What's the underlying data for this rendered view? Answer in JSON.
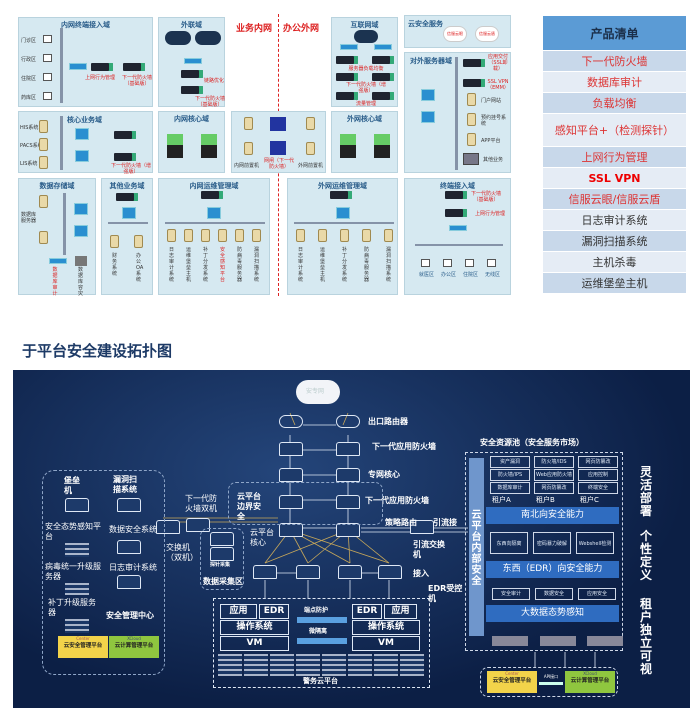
{
  "top_diagram": {
    "zone_labels": {
      "business_intranet": "业务内网",
      "office_extranet": "办公外网"
    },
    "zones": {
      "intranet_terminal": "内网终端接入域",
      "external_link": "外联域",
      "internet": "互联网域",
      "cloud_security_service": "云安全服务",
      "external_server": "对外服务器域",
      "core_business": "核心业务域",
      "intranet_core": "内网核心域",
      "extranet_core": "外网核心域",
      "data_storage": "数据存储域",
      "other_business": "其他业务域",
      "intranet_ops": "内网运维管理域",
      "extranet_ops": "外网运维管理域",
      "terminal_access": "终端接入域"
    },
    "devices": {
      "terminals": [
        "门诊区",
        "行政区",
        "住院区",
        "药库区"
      ],
      "behavior_mgmt": "上网行为管理",
      "ngfw_basic": "下一代防火墙（基础版）",
      "ngfw_enhanced": "下一代防火墙（增强版）",
      "link_opt": "链路优化",
      "lb": "服务器负载均衡",
      "traffic_mgmt": "流量管理",
      "ssl_offload": "应用交付（SSL卸载）",
      "ssl_vpn": "SSL VPN（EMM）",
      "portal": "门户网站",
      "appointment": "预约挂号系统",
      "app": "APP平台",
      "other_biz": "其他业务",
      "his": "HIS系统",
      "pacs": "PACS系统",
      "lis": "LIS系统",
      "intranet_front": "内网前置机",
      "gatekeeper": "网闸（下一代防火墙）",
      "extranet_front": "外网前置机",
      "data_server": "数据库服务器",
      "db_audit": "数据库审计",
      "db_backup": "数据库容灾",
      "finance": "财务系统",
      "oa": "办公OA系统",
      "ops_systems": [
        "日志审计系统",
        "运维堡垒主机",
        "补丁分发系统",
        "安全感知平台",
        "防病毒服务器",
        "漏洞扫描系统"
      ],
      "ext_ops_systems": [
        "日志审计系统",
        "运维堡垒主机",
        "补丁分发系统",
        "防病毒服务器",
        "漏洞扫描系统"
      ],
      "term_areas": [
        "就医区",
        "办公区",
        "住院区",
        "无线区"
      ],
      "cloud_items": [
        "信服云眼",
        "信服云盾"
      ]
    }
  },
  "product_list": {
    "title": "产品清单",
    "items": [
      {
        "label": "下一代防火墙",
        "color": "#d33"
      },
      {
        "label": "数据库审计",
        "color": "#d33"
      },
      {
        "label": "负载均衡",
        "color": "#d33"
      },
      {
        "label": "感知平台+（检测探针）",
        "color": "#d33"
      },
      {
        "label": "上网行为管理",
        "color": "#d33"
      },
      {
        "label": "SSL VPN",
        "color": "#e00"
      },
      {
        "label": "信服云眼/信服云盾",
        "color": "#d33"
      },
      {
        "label": "日志审计系统",
        "color": "#333"
      },
      {
        "label": "漏洞扫描系统",
        "color": "#333"
      },
      {
        "label": "主机杀毒",
        "color": "#333"
      },
      {
        "label": "运维堡垒主机",
        "color": "#333"
      }
    ]
  },
  "bottom": {
    "title": "于平台安全建设拓扑图",
    "cloud": "安专网",
    "labels": {
      "exit_router": "出口路由器",
      "ngafw1": "下一代应用防火墙",
      "private_core": "专网核心",
      "ngafw2": "下一代应用防火墙",
      "policy_route": "策略路由",
      "diversion_short": "引流接",
      "diversion_switch": "引流交换机",
      "access": "接入",
      "edr_host": "EDR受控机",
      "ngfw_dual": "下一代防火墙双机",
      "switch_dual": "交换机（双机）",
      "data_collect": "数据采集区",
      "probe": "探针采集",
      "boundary": "云平台边界安全",
      "cloud_core": "云平台核心"
    },
    "mgmt_center": {
      "title": "安全管理中心",
      "items": [
        "堡垒机",
        "漏洞扫描系统",
        "安全态势感知平台",
        "数据安全系统",
        "病毒统一升级服务器",
        "日志审计系统",
        "补丁升级服务器"
      ],
      "sec_platform": "云安全管理平台",
      "calc_platform": "云计算管理平台",
      "sec_brand": "Center",
      "calc_brand": "XCloud"
    },
    "police_cloud": {
      "title": "警务云平台",
      "app": "应用",
      "edr": "EDR",
      "os": "操作系统",
      "vm": "VM",
      "endpoint": "端点防护",
      "isolation": "微隔离"
    },
    "pool": {
      "title": "安全资源池（安全服务市场）",
      "side": "云平台内部安全",
      "row1": [
        "资产漏洞",
        "防火墙/IDS",
        "网页防篡改"
      ],
      "row2": [
        "防火墙/IPS",
        "Web应用防火墙",
        "应用控制"
      ],
      "row3": [
        "数据库审计",
        "网页防篡改",
        "终端安全"
      ],
      "tenants": [
        "租户A",
        "租户B",
        "租户C"
      ],
      "north_south": "南北向安全能力",
      "ew_cells": [
        "东西向隔离",
        "密码暴力破解",
        "Webshell检测"
      ],
      "east_west": "东西（EDR）向安全能力",
      "bottom_cells": [
        "安全审计",
        "数据安全",
        "应用安全"
      ],
      "bigdata": "大数据态势感知",
      "api": "API接口"
    },
    "side_text": [
      "灵活部署",
      "个性定义",
      "租户独立可视"
    ]
  }
}
